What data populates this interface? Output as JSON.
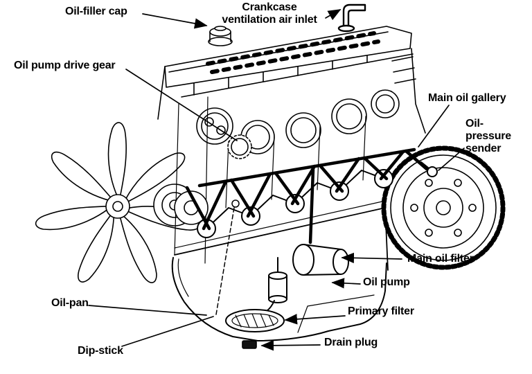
{
  "diagram": {
    "kind": "engine-lubrication-cutaway"
  },
  "labels": {
    "oil_filler_cap": "Oil-filler cap",
    "crankcase_vent": "Crankcase\nventilation air inlet",
    "oil_pump_drive_gear": "Oil pump drive gear",
    "main_oil_gallery": "Main oil gallery",
    "oil_pressure_sender": "Oil-\npressure\nsender",
    "main_oil_filter": "Main oil filter",
    "oil_pump": "Oil pump",
    "primary_filter": "Primary filter",
    "drain_plug": "Drain plug",
    "dip_stick": "Dip-stick",
    "oil_pan": "Oil-pan"
  },
  "colors": {
    "ink": "#000000",
    "paper": "#ffffff"
  }
}
